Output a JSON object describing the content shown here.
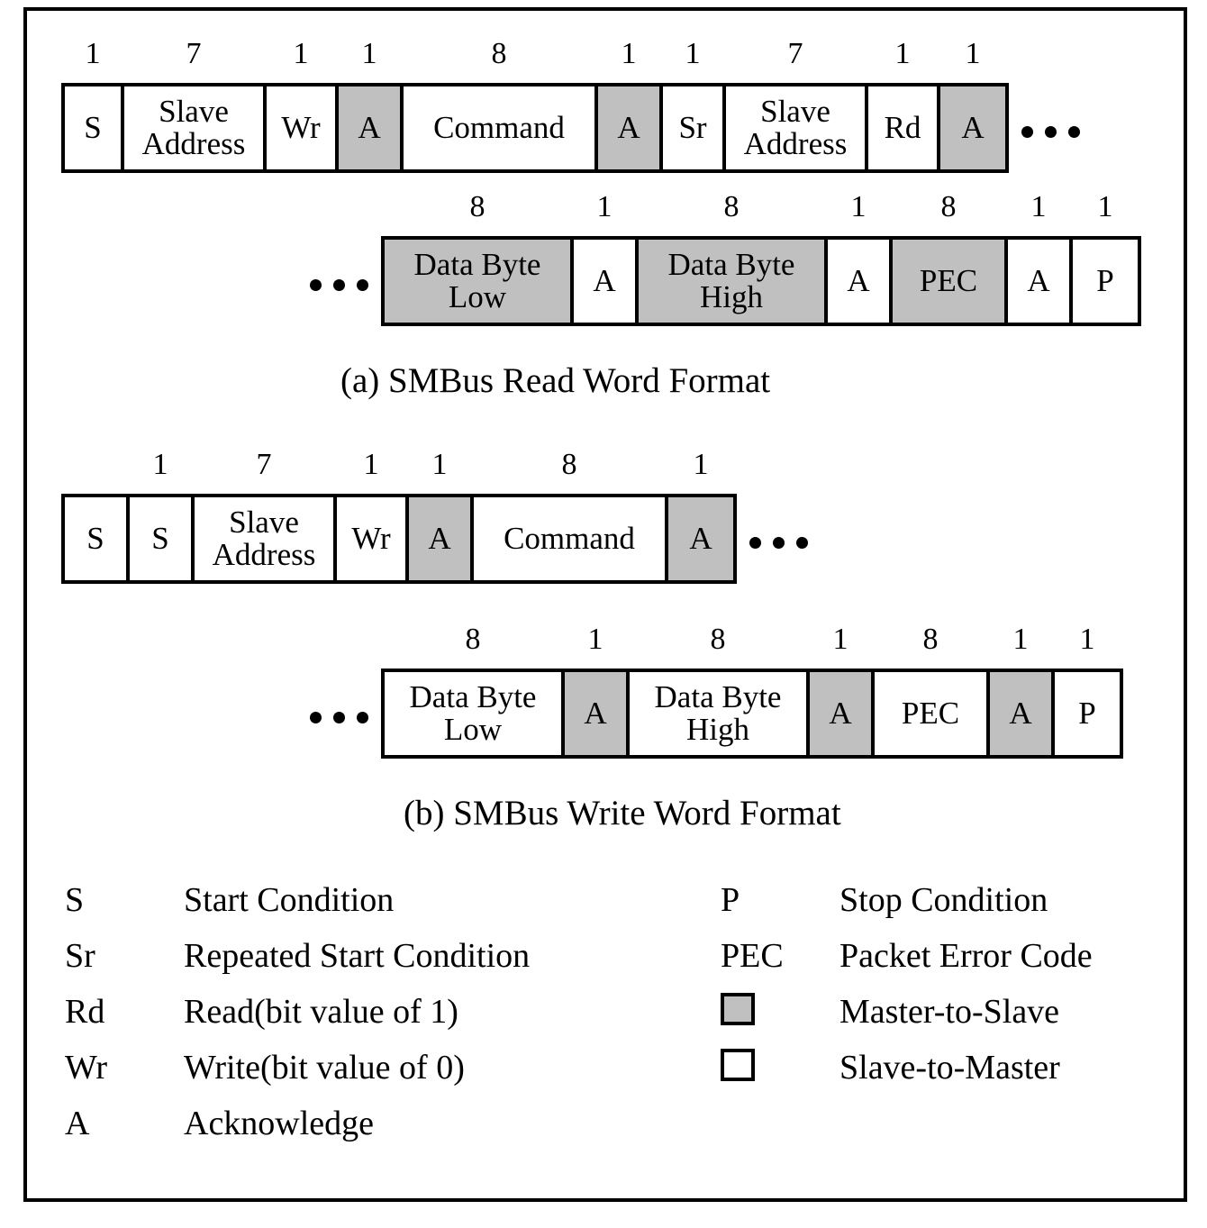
{
  "figure": {
    "legend_gray_color": "#c0c0c0",
    "legend_white_color": "#ffffff",
    "ellipsis_glyph": "•••"
  },
  "sections": [
    {
      "id": "read-word",
      "caption": "(a)  SMBus Read Word Format",
      "rows": [
        {
          "id": "read-row-1",
          "leading_ellipsis": false,
          "trailing_ellipsis": true,
          "fields": [
            {
              "label": "S",
              "bits": "1",
              "shade": "slave"
            },
            {
              "label": "Slave Address",
              "bits": "7",
              "shade": "slave"
            },
            {
              "label": "Wr",
              "bits": "1",
              "shade": "slave"
            },
            {
              "label": "A",
              "bits": "1",
              "shade": "master"
            },
            {
              "label": "Command",
              "bits": "8",
              "shade": "slave"
            },
            {
              "label": "A",
              "bits": "1",
              "shade": "master"
            },
            {
              "label": "Sr",
              "bits": "1",
              "shade": "slave"
            },
            {
              "label": "Slave Address",
              "bits": "7",
              "shade": "slave"
            },
            {
              "label": "Rd",
              "bits": "1",
              "shade": "slave"
            },
            {
              "label": "A",
              "bits": "1",
              "shade": "master"
            }
          ]
        },
        {
          "id": "read-row-2",
          "leading_ellipsis": true,
          "trailing_ellipsis": false,
          "fields": [
            {
              "label": "Data Byte Low",
              "bits": "8",
              "shade": "master"
            },
            {
              "label": "A",
              "bits": "1",
              "shade": "slave"
            },
            {
              "label": "Data Byte High",
              "bits": "8",
              "shade": "master"
            },
            {
              "label": "A",
              "bits": "1",
              "shade": "slave"
            },
            {
              "label": "PEC",
              "bits": "8",
              "shade": "master"
            },
            {
              "label": "A",
              "bits": "1",
              "shade": "slave"
            },
            {
              "label": "P",
              "bits": "1",
              "shade": "slave"
            }
          ]
        }
      ]
    },
    {
      "id": "write-word",
      "caption": "(b)  SMBus Write Word Format",
      "rows": [
        {
          "id": "write-row-1",
          "leading_ellipsis": false,
          "trailing_ellipsis": true,
          "fields": [
            {
              "label": "S",
              "bits": "",
              "shade": "slave"
            },
            {
              "label": "S",
              "bits": "1",
              "shade": "slave"
            },
            {
              "label": "Slave Address",
              "bits": "7",
              "shade": "slave"
            },
            {
              "label": "Wr",
              "bits": "1",
              "shade": "slave"
            },
            {
              "label": "A",
              "bits": "1",
              "shade": "master"
            },
            {
              "label": "Command",
              "bits": "8",
              "shade": "slave"
            },
            {
              "label": "A",
              "bits": "1",
              "shade": "master"
            }
          ]
        },
        {
          "id": "write-row-2",
          "leading_ellipsis": true,
          "trailing_ellipsis": false,
          "fields": [
            {
              "label": "Data Byte Low",
              "bits": "8",
              "shade": "slave"
            },
            {
              "label": "A",
              "bits": "1",
              "shade": "master"
            },
            {
              "label": "Data Byte High",
              "bits": "8",
              "shade": "slave"
            },
            {
              "label": "A",
              "bits": "1",
              "shade": "master"
            },
            {
              "label": "PEC",
              "bits": "8",
              "shade": "slave"
            },
            {
              "label": "A",
              "bits": "1",
              "shade": "master"
            },
            {
              "label": "P",
              "bits": "1",
              "shade": "slave"
            }
          ]
        }
      ]
    }
  ],
  "legend": {
    "left": [
      {
        "key": "S",
        "desc": "Start Condition",
        "swatch": ""
      },
      {
        "key": "Sr",
        "desc": "Repeated Start Condition",
        "swatch": ""
      },
      {
        "key": "Rd",
        "desc": "Read(bit value of 1)",
        "swatch": ""
      },
      {
        "key": "Wr",
        "desc": "Write(bit value of 0)",
        "swatch": ""
      },
      {
        "key": "A",
        "desc": "Acknowledge",
        "swatch": ""
      }
    ],
    "right": [
      {
        "key": "P",
        "desc": "Stop Condition",
        "swatch": ""
      },
      {
        "key": "PEC",
        "desc": "Packet Error Code",
        "swatch": ""
      },
      {
        "key": "",
        "desc": "Master-to-Slave",
        "swatch": "gray"
      },
      {
        "key": "",
        "desc": "Slave-to-Master",
        "swatch": "white"
      }
    ]
  }
}
